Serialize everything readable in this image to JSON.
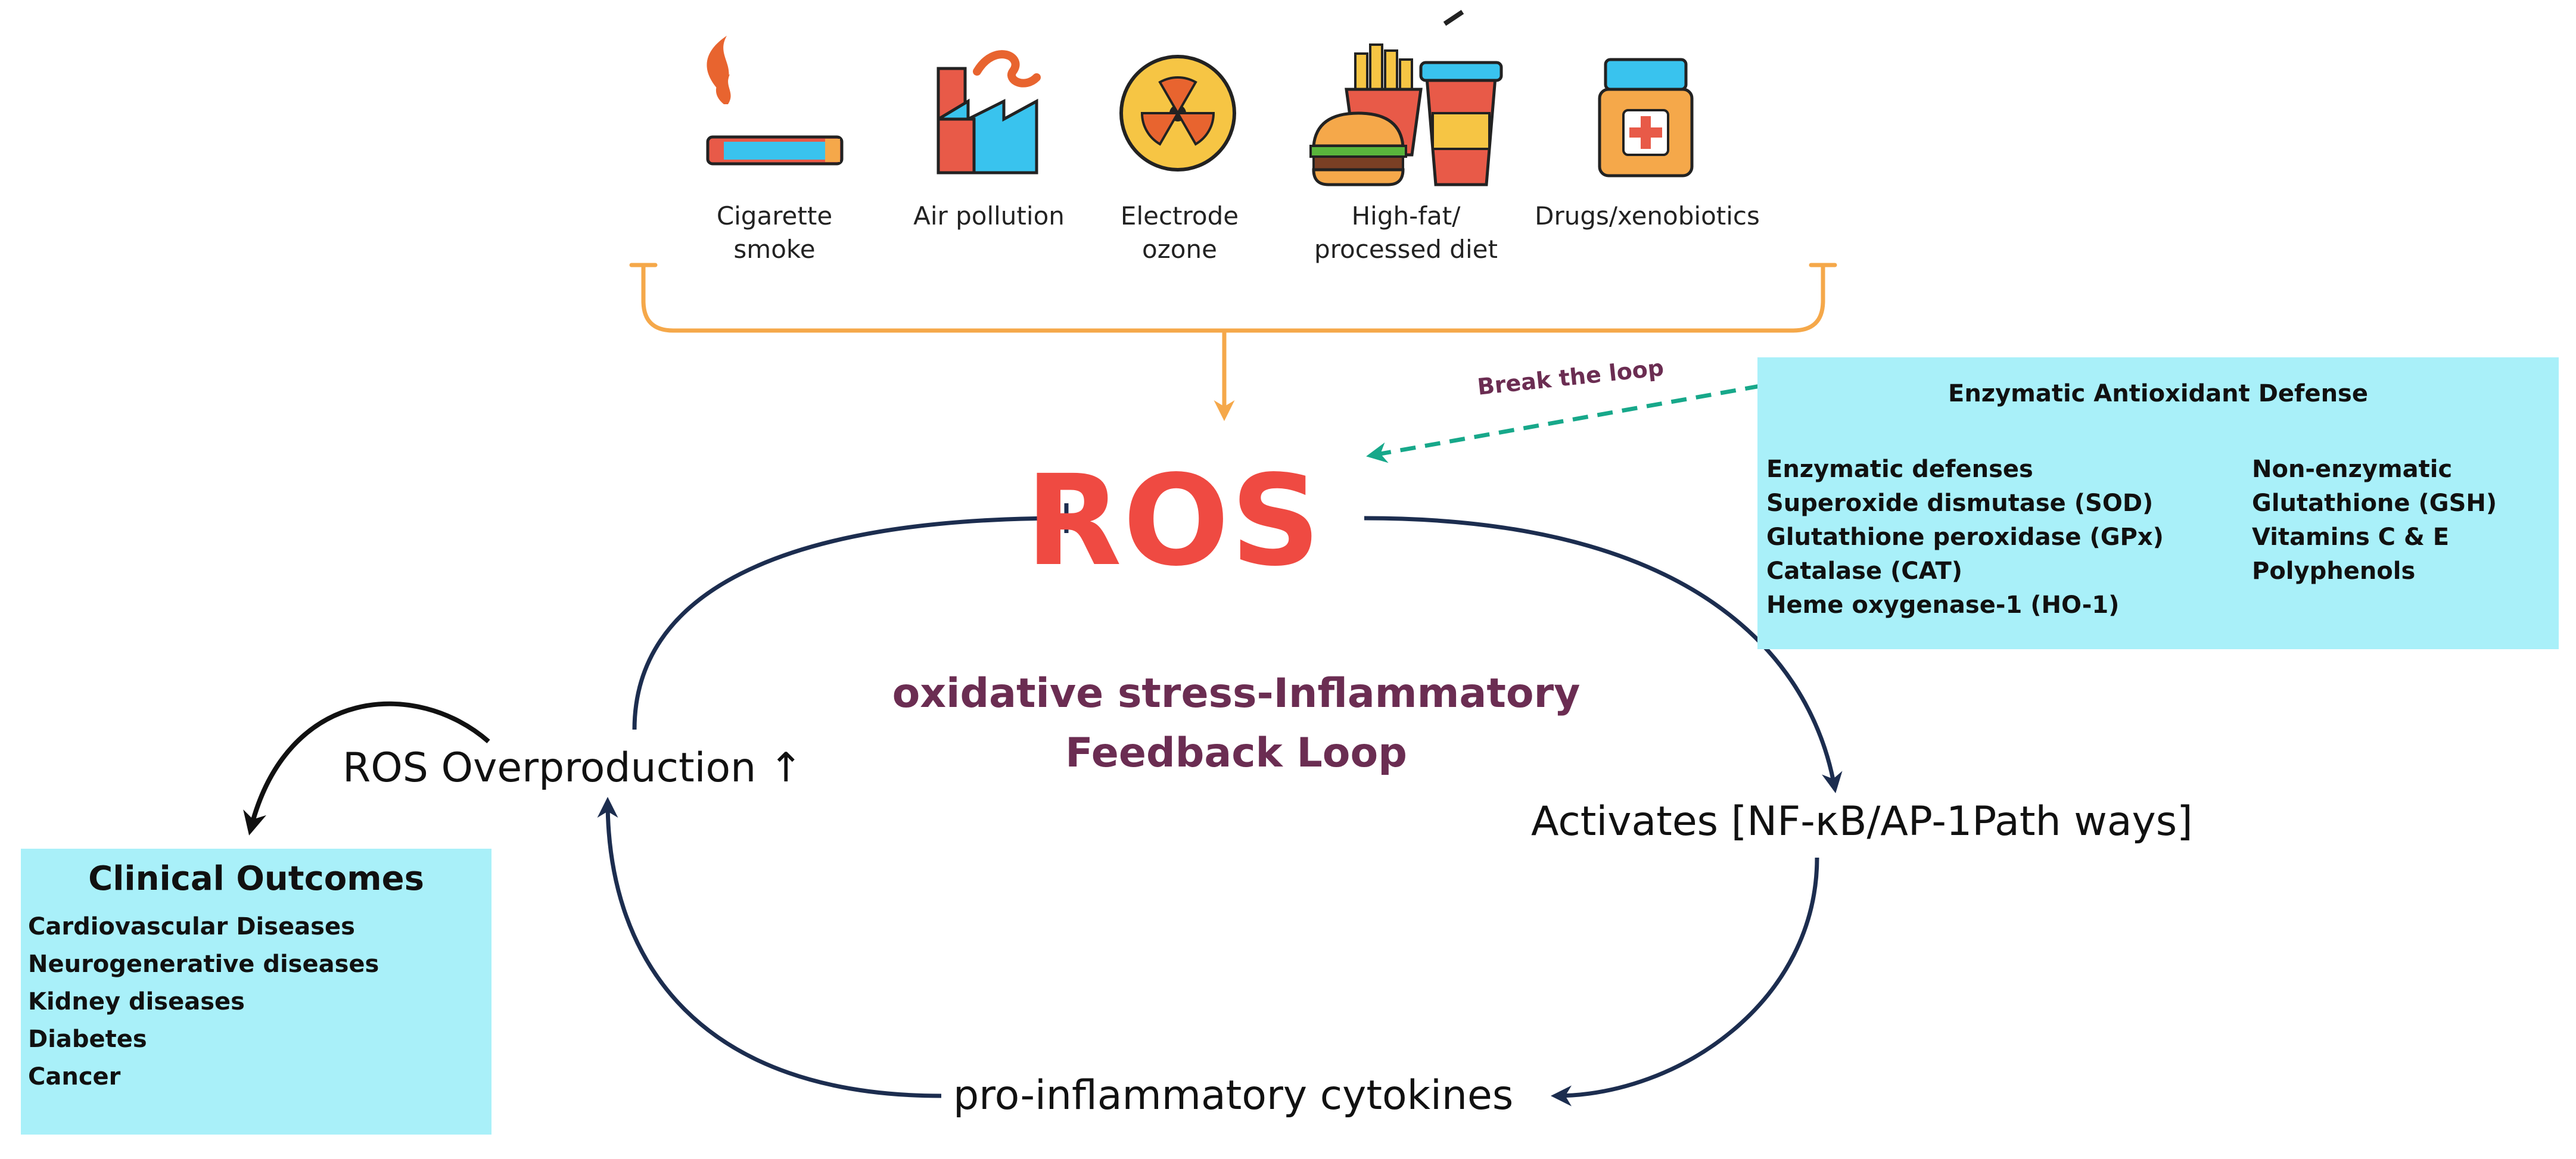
{
  "sources": [
    {
      "label_line1": "Cigarette",
      "label_line2": "smoke",
      "icon": "cigarette-icon"
    },
    {
      "label_line1": "Air pollution",
      "label_line2": "",
      "icon": "factory-icon"
    },
    {
      "label_line1": "Electrode",
      "label_line2": "ozone",
      "icon": "radiation-icon"
    },
    {
      "label_line1": "High-fat/",
      "label_line2": "processed diet",
      "icon": "fast-food-icon"
    },
    {
      "label_line1": "Drugs/xenobiotics",
      "label_line2": "",
      "icon": "medicine-bottle-icon"
    }
  ],
  "center": {
    "ros": "ROS",
    "loop_title_line1": "oxidative stress-Inflammatory",
    "loop_title_line2": "Feedback Loop"
  },
  "nodes": {
    "overproduction": "ROS Overproduction ↑",
    "activates": "Activates [NF-κB/AP-1Path ways]",
    "cytokines": "pro-inflammatory cytokines"
  },
  "break_loop": "Break the loop",
  "antioxidant_panel": {
    "title": "Enzymatic Antioxidant Defense",
    "enzymatic": [
      "Enzymatic defenses",
      "Superoxide dismutase (SOD)",
      "Glutathione peroxidase (GPx)",
      "Catalase (CAT)",
      "Heme oxygenase-1 (HO-1)"
    ],
    "non_enzymatic": [
      "Non-enzymatic",
      "Glutathione (GSH)",
      "Vitamins C & E",
      "Polyphenols"
    ]
  },
  "clinical_panel": {
    "title": "Clinical Outcomes",
    "items": [
      "Cardiovascular Diseases",
      "Neurogenerative diseases",
      "Kidney diseases",
      "Diabetes",
      "Cancer"
    ]
  },
  "colors": {
    "ros": "#ef4a42",
    "loop_arrow": "#1c2d4f",
    "bracket": "#f5a84a",
    "panel_bg": "#a9f0f9",
    "break_arrow": "#17a88a",
    "title_purple": "#6b2d52"
  }
}
